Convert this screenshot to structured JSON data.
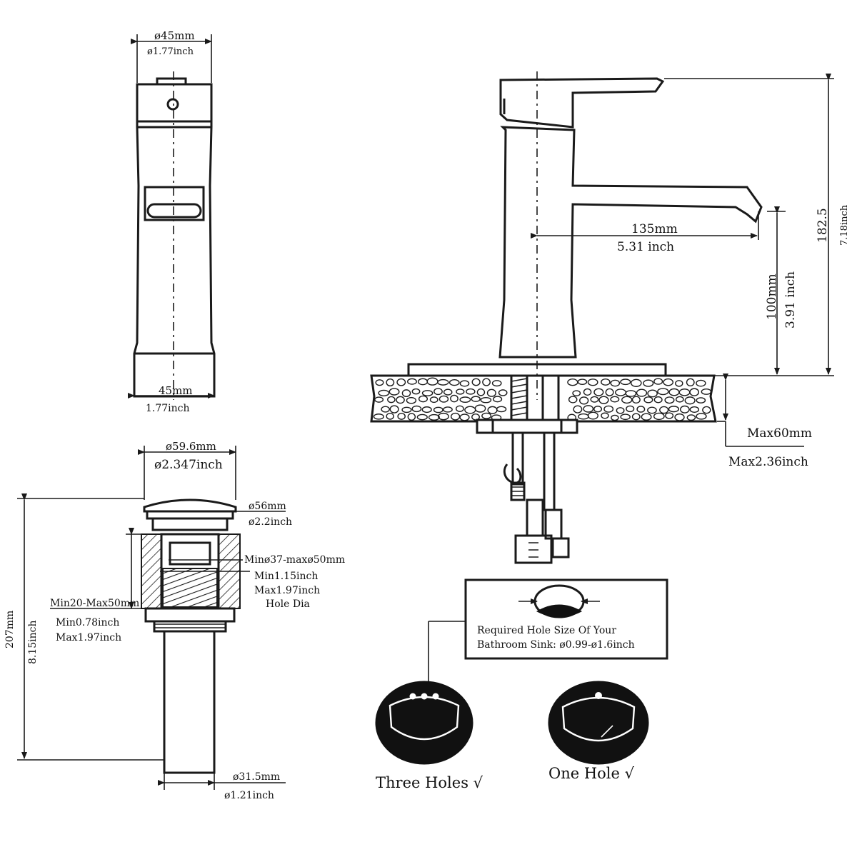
{
  "labels": {
    "top_dia_mm": "ø45mm",
    "top_dia_inch": "ø1.77inch",
    "base_w_mm": "45mm",
    "base_w_inch": "1.77inch",
    "reach_mm": "135mm",
    "reach_inch": "5.31 inch",
    "spout_h_mm": "100mm",
    "spout_h_inch": "3.91 inch",
    "total_h_mm": "182.5",
    "total_h_inch": "7.18inch",
    "deck_mm": "Max60mm",
    "deck_inch": "Max2.36inch",
    "drain_cap_mm": "ø59.6mm",
    "drain_cap_inch": "ø2.347inch",
    "drain_ring_mm": "ø56mm",
    "drain_ring_inch": "ø2.2inch",
    "hole_range_mm": "Minø37-maxø50mm",
    "hole_min_inch": "Min1.15inch",
    "hole_max_inch": "Max1.97inch",
    "hole_dia": "Hole Dia",
    "thick_mm": "Min20-Max50mm",
    "thick_min_inch": "Min0.78inch",
    "thick_max_inch": "Max1.97inch",
    "drain_h_mm": "207mm",
    "drain_h_inch": "8.15inch",
    "tail_mm": "ø31.5mm",
    "tail_inch": "ø1.21inch",
    "req_line1": "Required Hole Size Of Your",
    "req_line2": "Bathroom Sink: ø0.99-ø1.6inch",
    "three_holes": "Three Holes √",
    "one_hole": "One Hole  √"
  }
}
